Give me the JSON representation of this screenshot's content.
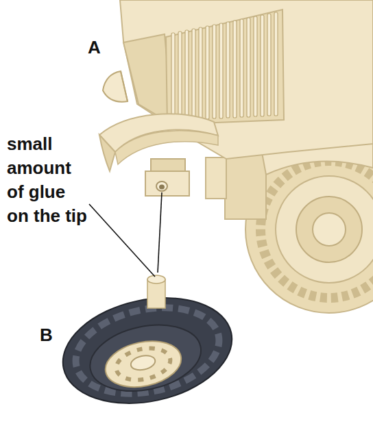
{
  "diagram": {
    "labels": [
      "A",
      "small amount of glue on the tip",
      "B"
    ]
  }
}
